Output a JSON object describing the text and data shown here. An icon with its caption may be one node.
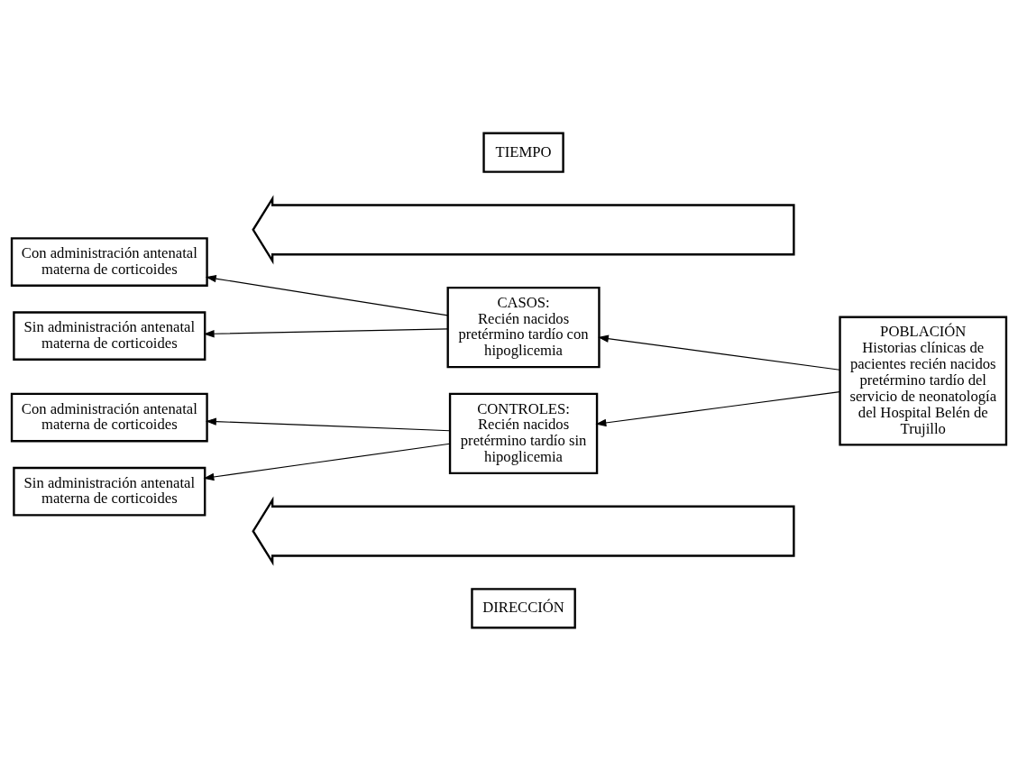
{
  "diagram": {
    "nodes": [
      {
        "text": [
          "TIEMPO"
        ]
      },
      {
        "text": [],
        "shape": "arrow"
      },
      {
        "text": [
          "Con administración antenatal materna de corticoides"
        ]
      },
      {
        "text": [
          "CASOS:",
          "Recién nacidos pretérmino tardío con hipoglicemia"
        ]
      },
      {
        "text": [
          "Sin administración antenatal materna de corticoides"
        ]
      },
      {
        "text": [
          "POBLACIÓN",
          "Historias clínicas de pacientes recién nacidos pretérmino tardío del servicio de neonatología del Hospital Belén de Trujillo"
        ]
      },
      {
        "text": [
          "Con administración antenatal materna de corticoides"
        ]
      },
      {
        "text": [
          "CONTROLES:",
          "Recién nacidos pretérmino tardío sin hipoglicemia"
        ]
      },
      {
        "text": [
          "Sin administración antenatal materna de corticoides"
        ]
      },
      {
        "text": [],
        "shape": "arrow"
      },
      {
        "text": [
          "DIRECCIÓN"
        ]
      }
    ],
    "edges": [
      {
        "from": 3,
        "to": 2,
        "arrow": "to"
      },
      {
        "from": 3,
        "to": 4,
        "arrow": "to"
      },
      {
        "from": 5,
        "to": 3,
        "arrow": "to"
      },
      {
        "from": 5,
        "to": 7,
        "arrow": "to"
      },
      {
        "from": 7,
        "to": 6,
        "arrow": "to"
      },
      {
        "from": 7,
        "to": 8,
        "arrow": "to"
      }
    ]
  }
}
